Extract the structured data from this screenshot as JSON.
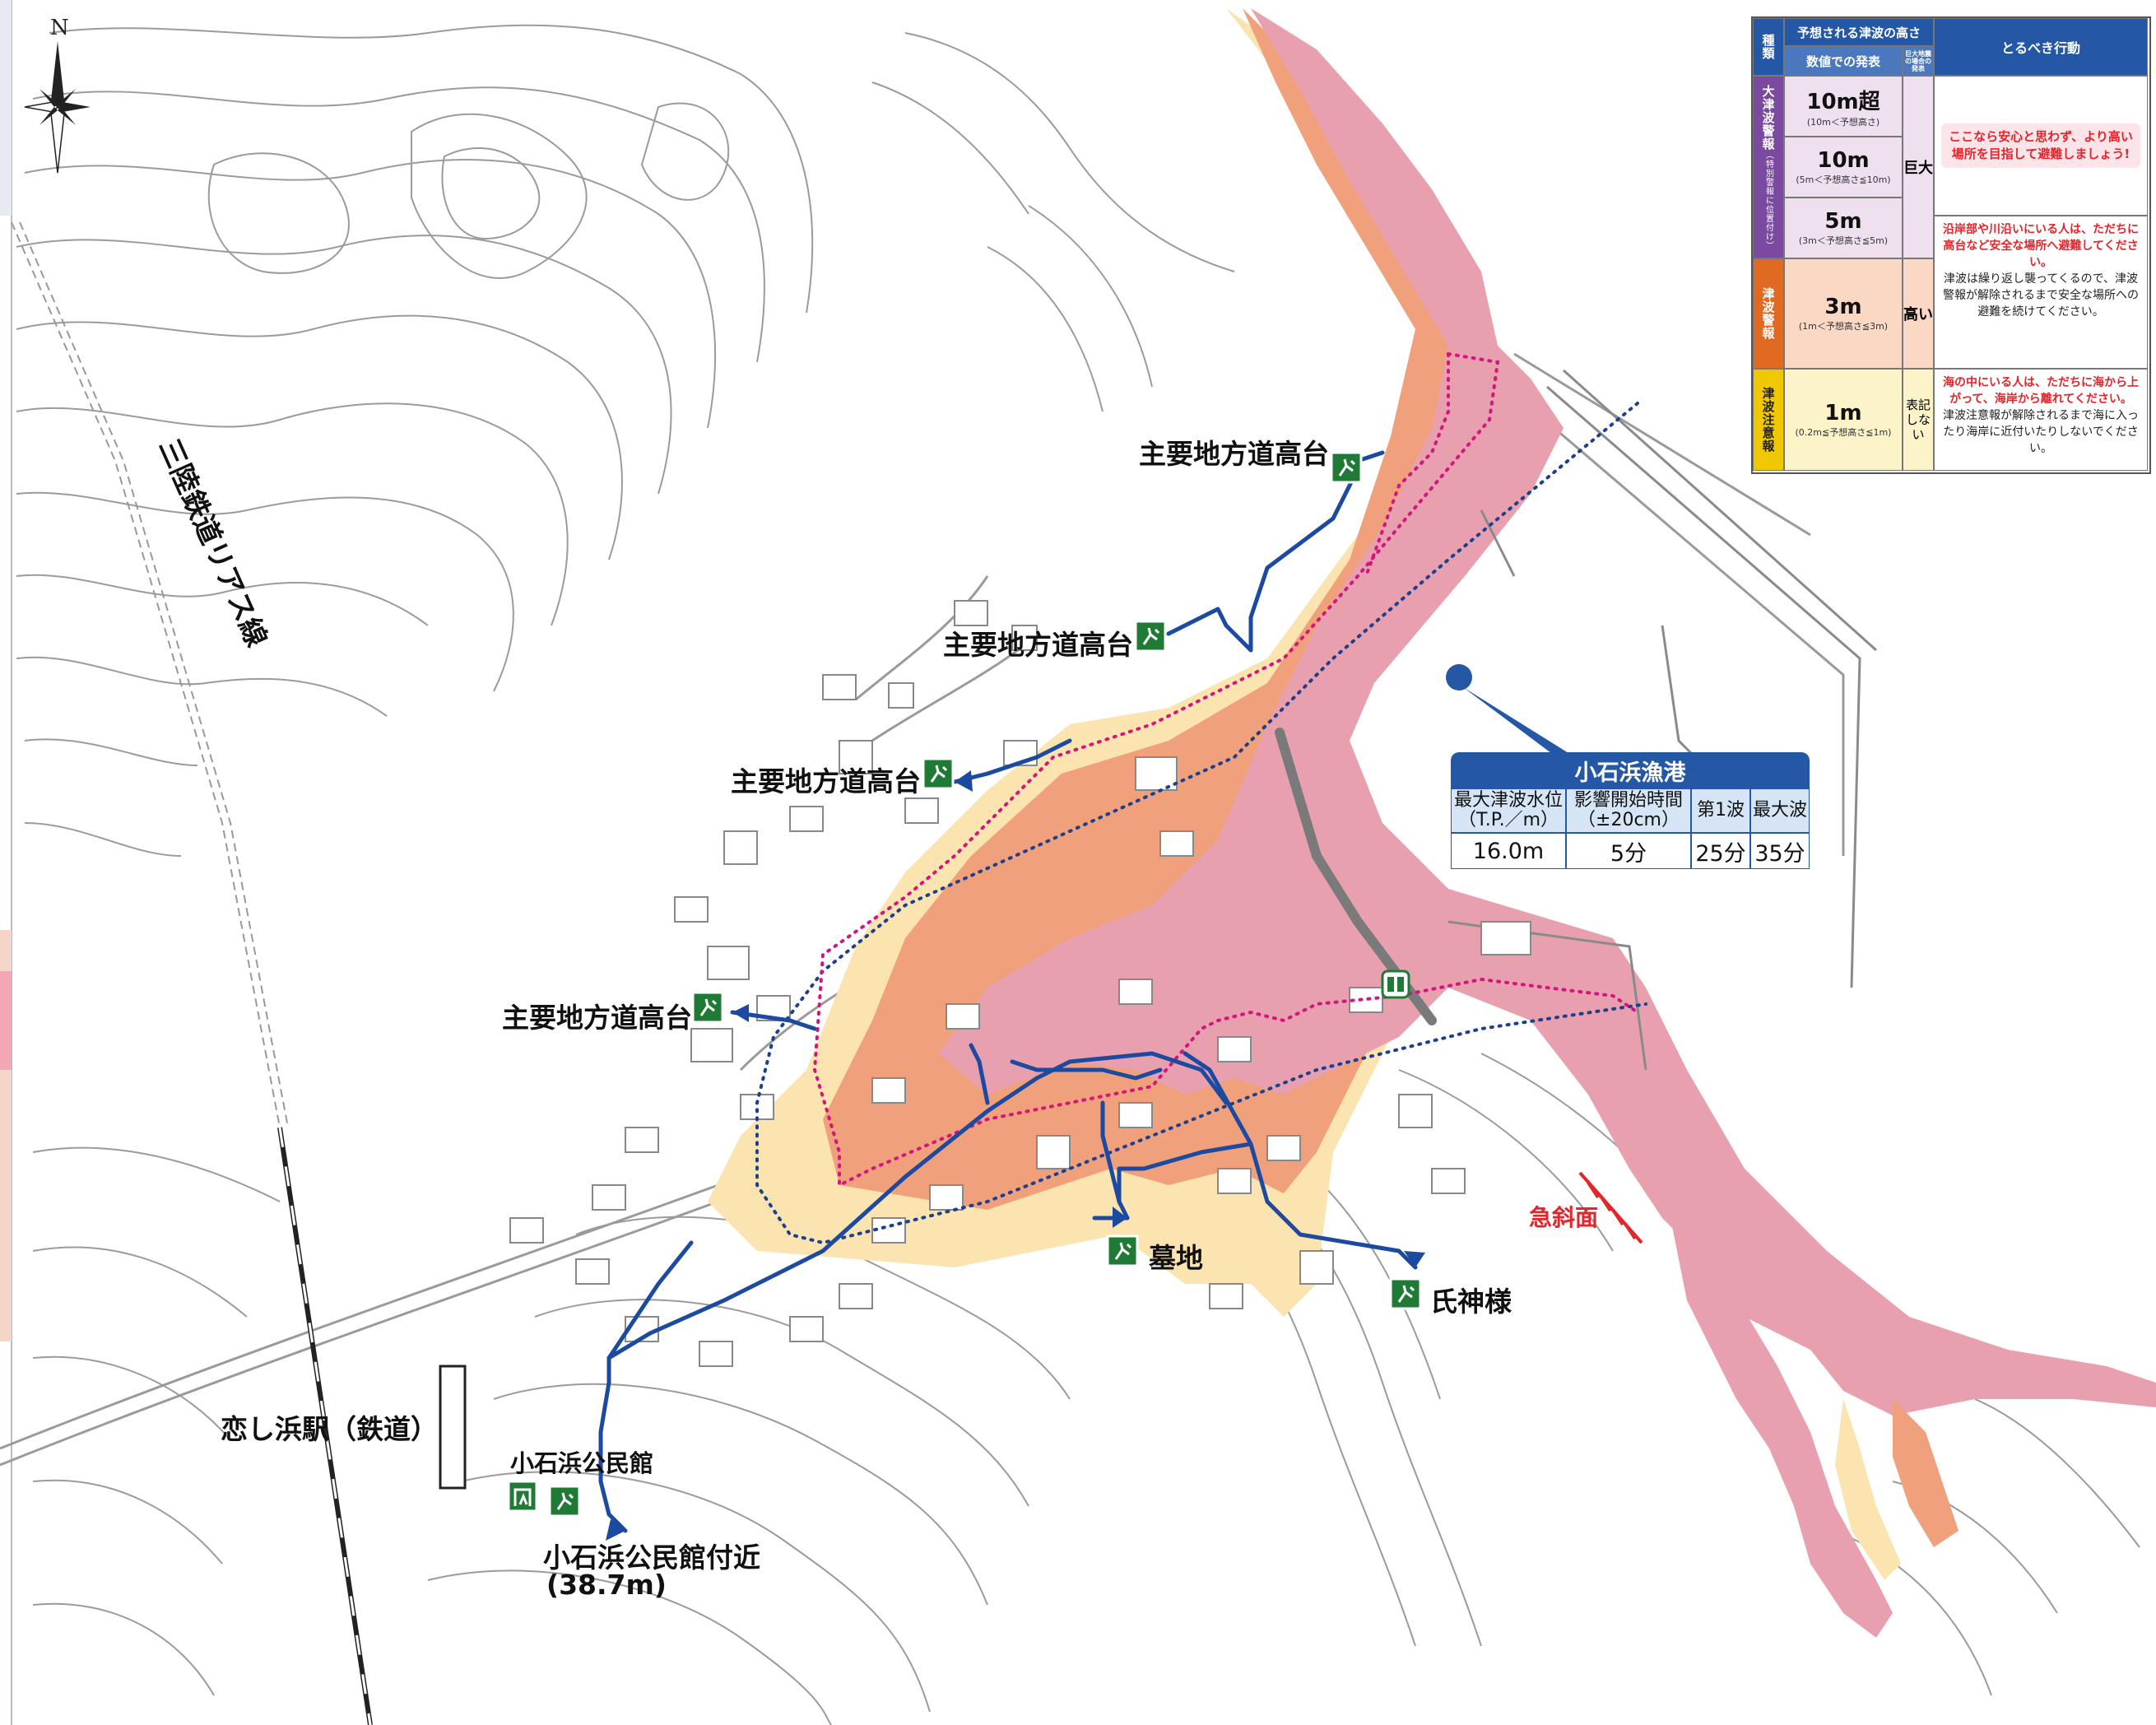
{
  "map": {
    "compass_label": "N",
    "railway_label": "三陸鉄道リアス線",
    "station_label": "恋し浜駅（鉄道）",
    "steep_slope_label": "急斜面",
    "evacuation_sites": [
      {
        "id": "site1",
        "label": "主要地方道高台"
      },
      {
        "id": "site2",
        "label": "主要地方道高台"
      },
      {
        "id": "site3",
        "label": "主要地方道高台"
      },
      {
        "id": "site4",
        "label": "主要地方道高台"
      },
      {
        "id": "site5",
        "label": "墓地"
      },
      {
        "id": "site6",
        "label": "氏神様"
      },
      {
        "id": "site7",
        "label": "小石浜公民館"
      },
      {
        "id": "site8",
        "label": "小石浜公民館付近"
      },
      {
        "id": "site8_elev",
        "label": "(38.7m)"
      }
    ],
    "colors": {
      "inundation_high": "#e8a0ae",
      "inundation_mid": "#f0a07a",
      "inundation_low": "#fbe4b0",
      "route": "#1c4aa0",
      "dotted_blue": "#1c3f8f",
      "dotted_magenta": "#d4147f",
      "sign_green": "#1f7a35",
      "steep": "#e2262c"
    }
  },
  "port_info": {
    "name": "小石浜漁港",
    "headers": [
      "最大津波水位（T.P.／m）",
      "影響開始時間（±20cm）",
      "第1波",
      "最大波"
    ],
    "values": [
      "16.0m",
      "5分",
      "25分",
      "35分"
    ]
  },
  "legend": {
    "col_type": "種類",
    "col_expected": "予想される津波の高さ",
    "col_numeric": "数値での発表",
    "col_huge_quake": "巨大地震の場合の発表",
    "col_action": "とるべき行動",
    "groups": [
      {
        "name": "大津波警報",
        "sub": "（特別警報に位置付け）",
        "color": "#7a4aa0"
      },
      {
        "name": "津波警報",
        "color": "#e06a22"
      },
      {
        "name": "津波注意報",
        "color": "#f0c800"
      }
    ],
    "rows": [
      {
        "value": "10m超",
        "range": "(10m＜予想高さ)"
      },
      {
        "value": "10m",
        "range": "(5m＜予想高さ≦10m)"
      },
      {
        "value": "5m",
        "range": "(3m＜予想高さ≦5m)"
      },
      {
        "value": "3m",
        "range": "(1m＜予想高さ≦3m)"
      },
      {
        "value": "1m",
        "range": "(0.2m≦予想高さ≦1m)"
      }
    ],
    "huge_labels": [
      "巨大",
      "高い",
      "表記しない"
    ],
    "actions": {
      "major": "ここなら安心と思わず、より高い場所を目指して避難しましょう!",
      "warning_red": "沿岸部や川沿いにいる人は、ただちに高台など安全な場所へ避難してください。",
      "warning_body": "津波は繰り返し襲ってくるので、津波警報が解除されるまで安全な場所への避難を続けてください。",
      "advisory_red": "海の中にいる人は、ただちに海から上がって、海岸から離れてください。",
      "advisory_body": "津波注意報が解除されるまで海に入ったり海岸に近付いたりしないでください。"
    }
  }
}
